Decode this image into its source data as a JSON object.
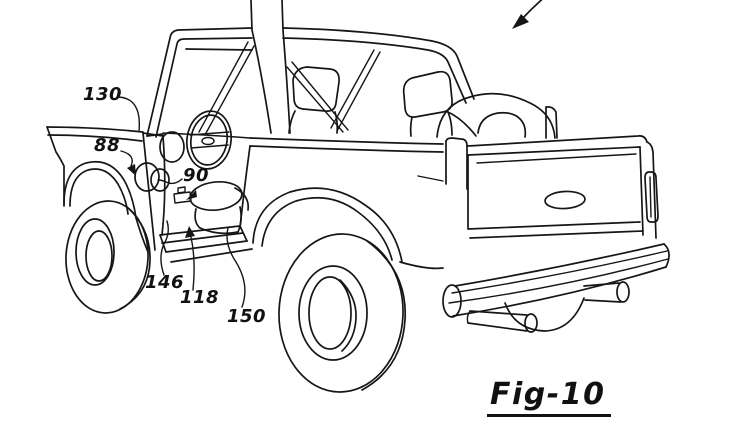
{
  "figure": {
    "label": "Fig-10",
    "reference_numerals": [
      {
        "text": "130"
      },
      {
        "text": "88"
      },
      {
        "text": "90"
      },
      {
        "text": "146"
      },
      {
        "text": "118"
      },
      {
        "text": "150"
      }
    ],
    "icons": {
      "direction_arrow": "down-left-arrow-icon"
    },
    "colors": {
      "ink": "#161616",
      "background": "#ffffff"
    }
  }
}
